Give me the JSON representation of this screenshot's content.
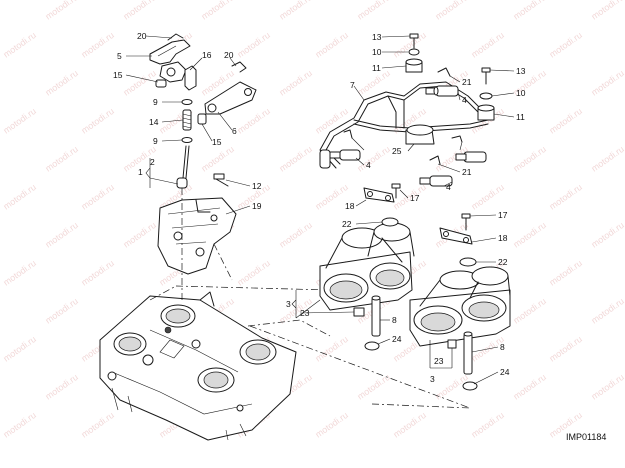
{
  "diagram": {
    "image_code": "IMP01184",
    "watermark_text": "motodi.ru",
    "callouts": [
      "20",
      "5",
      "15",
      "9",
      "14",
      "9",
      "16",
      "20",
      "6",
      "15",
      "2",
      "1",
      "12",
      "19",
      "13",
      "10",
      "11",
      "7",
      "21",
      "4",
      "25",
      "11",
      "10",
      "13",
      "4",
      "21",
      "4",
      "18",
      "17",
      "22",
      "17",
      "18",
      "22",
      "3",
      "23",
      "8",
      "24",
      "23",
      "3",
      "8",
      "24"
    ]
  }
}
